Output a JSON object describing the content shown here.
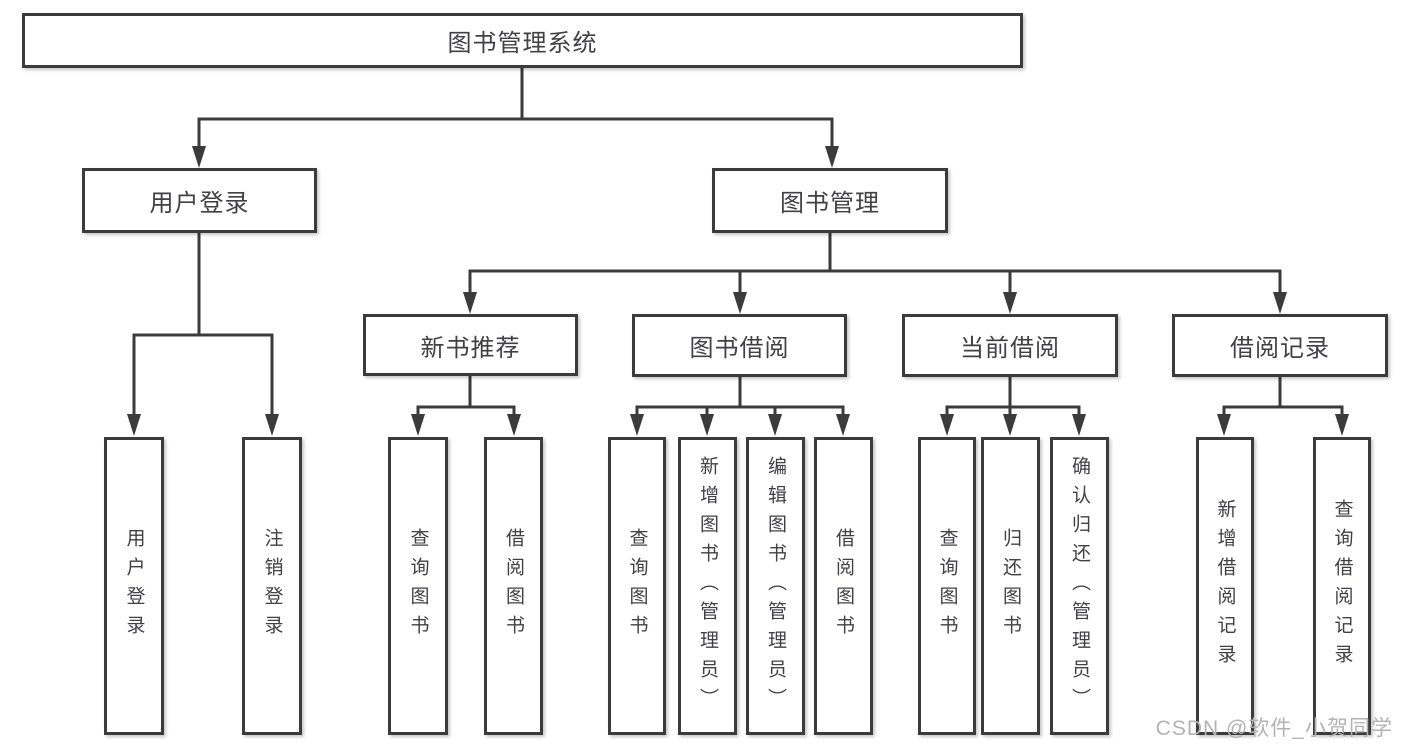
{
  "diagram": {
    "root": "图书管理系统",
    "user_branch": {
      "label": "用户登录",
      "leaves": [
        "用户登录",
        "注销登录"
      ]
    },
    "book_branch": {
      "label": "图书管理",
      "groups": [
        {
          "label": "新书推荐",
          "leaves": [
            "查询图书",
            "借阅图书"
          ]
        },
        {
          "label": "图书借阅",
          "leaves": [
            "查询图书",
            "新增图书（管理员）",
            "编辑图书（管理员）",
            "借阅图书"
          ]
        },
        {
          "label": "当前借阅",
          "leaves": [
            "查询图书",
            "归还图书",
            "确认归还（管理员）"
          ]
        },
        {
          "label": "借阅记录",
          "leaves": [
            "新增借阅记录",
            "查询借阅记录"
          ]
        }
      ]
    }
  },
  "watermark": "CSDN @软件_小贺同学",
  "colors": {
    "line": "#3b3b3b",
    "text": "#404046",
    "box_fill": "#ffffff",
    "watermark": "#b3b3b3",
    "background": "#ffffff"
  }
}
